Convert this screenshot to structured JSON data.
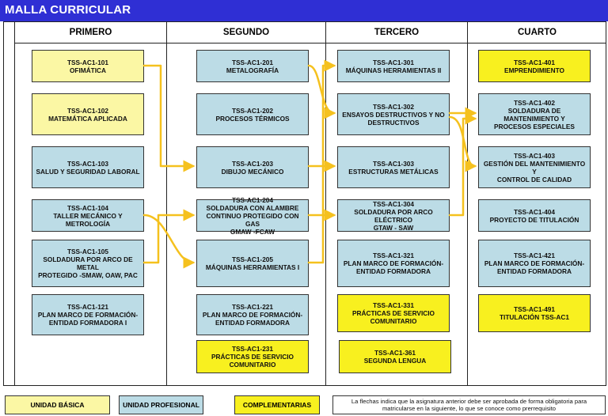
{
  "title": "MALLA CURRICULAR",
  "columns": [
    "PRIMERO",
    "SEGUNDO",
    "TERCERO",
    "CUARTO"
  ],
  "colors": {
    "basica": "#fbf7a4",
    "profesional": "#bcdce6",
    "complementaria": "#f8f01f",
    "arrow": "#f5c11e",
    "titlebar": "#2f2fd4"
  },
  "courses": {
    "b101": {
      "code": "TSS-AC1-101",
      "name": "OFIMÁTICA"
    },
    "b102": {
      "code": "TSS-AC1-102",
      "name": "MATEMÁTICA APLICADA"
    },
    "b103": {
      "code": "TSS-AC1-103",
      "name": "SALUD Y SEGURIDAD LABORAL"
    },
    "b104": {
      "code": "TSS-AC1-104",
      "name": "TALLER MECÁNICO Y METROLOGÍA"
    },
    "b105": {
      "code": "TSS-AC1-105",
      "name": "SOLDADURA POR ARCO DE METAL\nPROTEGIDO -SMAW, OAW, PAC"
    },
    "b121": {
      "code": "TSS-AC1-121",
      "name": "PLAN MARCO DE FORMACIÓN-\nENTIDAD FORMADORA I"
    },
    "b201": {
      "code": "TSS-AC1-201",
      "name": "METALOGRAFÍA"
    },
    "b202": {
      "code": "TSS-AC1-202",
      "name": "PROCESOS TÉRMICOS"
    },
    "b203": {
      "code": "TSS-AC1-203",
      "name": "DIBUJO MECÁNICO"
    },
    "b204": {
      "code": "TSS-AC1-204",
      "name": "SOLDADURA CON ALAMBRE\nCONTINUO PROTEGIDO CON GAS\nGMAW -FCAW"
    },
    "b205": {
      "code": "TSS-AC1-205",
      "name": "MÁQUINAS HERRAMIENTAS I"
    },
    "b221": {
      "code": "TSS-AC1-221",
      "name": "PLAN MARCO DE FORMACIÓN-\nENTIDAD FORMADORA"
    },
    "b231": {
      "code": "TSS-AC1-231",
      "name": "PRÁCTICAS DE SERVICIO\nCOMUNITARIO"
    },
    "b301": {
      "code": "TSS-AC1-301",
      "name": "MÁQUINAS HERRAMIENTAS II"
    },
    "b302": {
      "code": "TSS-AC1-302",
      "name": "ENSAYOS DESTRUCTIVOS Y NO\nDESTRUCTIVOS"
    },
    "b303": {
      "code": "TSS-AC1-303",
      "name": "ESTRUCTURAS METÁLICAS"
    },
    "b304": {
      "code": "TSS-AC1-304",
      "name": "SOLDADURA POR ARCO ELÉCTRICO\nGTAW - SAW"
    },
    "b321": {
      "code": "TSS-AC1-321",
      "name": "PLAN MARCO DE FORMACIÓN-\nENTIDAD FORMADORA"
    },
    "b331": {
      "code": "TSS-AC1-331",
      "name": "PRÁCTICAS DE SERVICIO\nCOMUNITARIO"
    },
    "b361": {
      "code": "TSS-AC1-361",
      "name": "SEGUNDA LENGUA"
    },
    "b401": {
      "code": "TSS-AC1-401",
      "name": "EMPRENDIMIENTO"
    },
    "b402": {
      "code": "TSS-AC1-402",
      "name": "SOLDADURA DE MANTENIMIENTO Y\nPROCESOS ESPECIALES"
    },
    "b403": {
      "code": "TSS-AC1-403",
      "name": "GESTIÓN DEL MANTENIMIENTO Y\nCONTROL DE CALIDAD"
    },
    "b404": {
      "code": "TSS-AC1-404",
      "name": "PROYECTO DE TITULACIÓN"
    },
    "b421": {
      "code": "TSS-AC1-421",
      "name": "PLAN MARCO DE FORMACIÓN-\nENTIDAD FORMADORA"
    },
    "b491": {
      "code": "TSS-AC1-491",
      "name": "TITULACIÓN TSS-AC1"
    }
  },
  "legend": {
    "basica": "UNIDAD BÁSICA",
    "profesional": "UNIDAD PROFESIONAL",
    "complementaria": "COMPLEMENTARIAS",
    "note": "La flechas indica que la asignatura anterior debe  ser aprobada de forma obligatoria para matricularse en la siguiente, lo que se conoce como prerrequisito"
  }
}
